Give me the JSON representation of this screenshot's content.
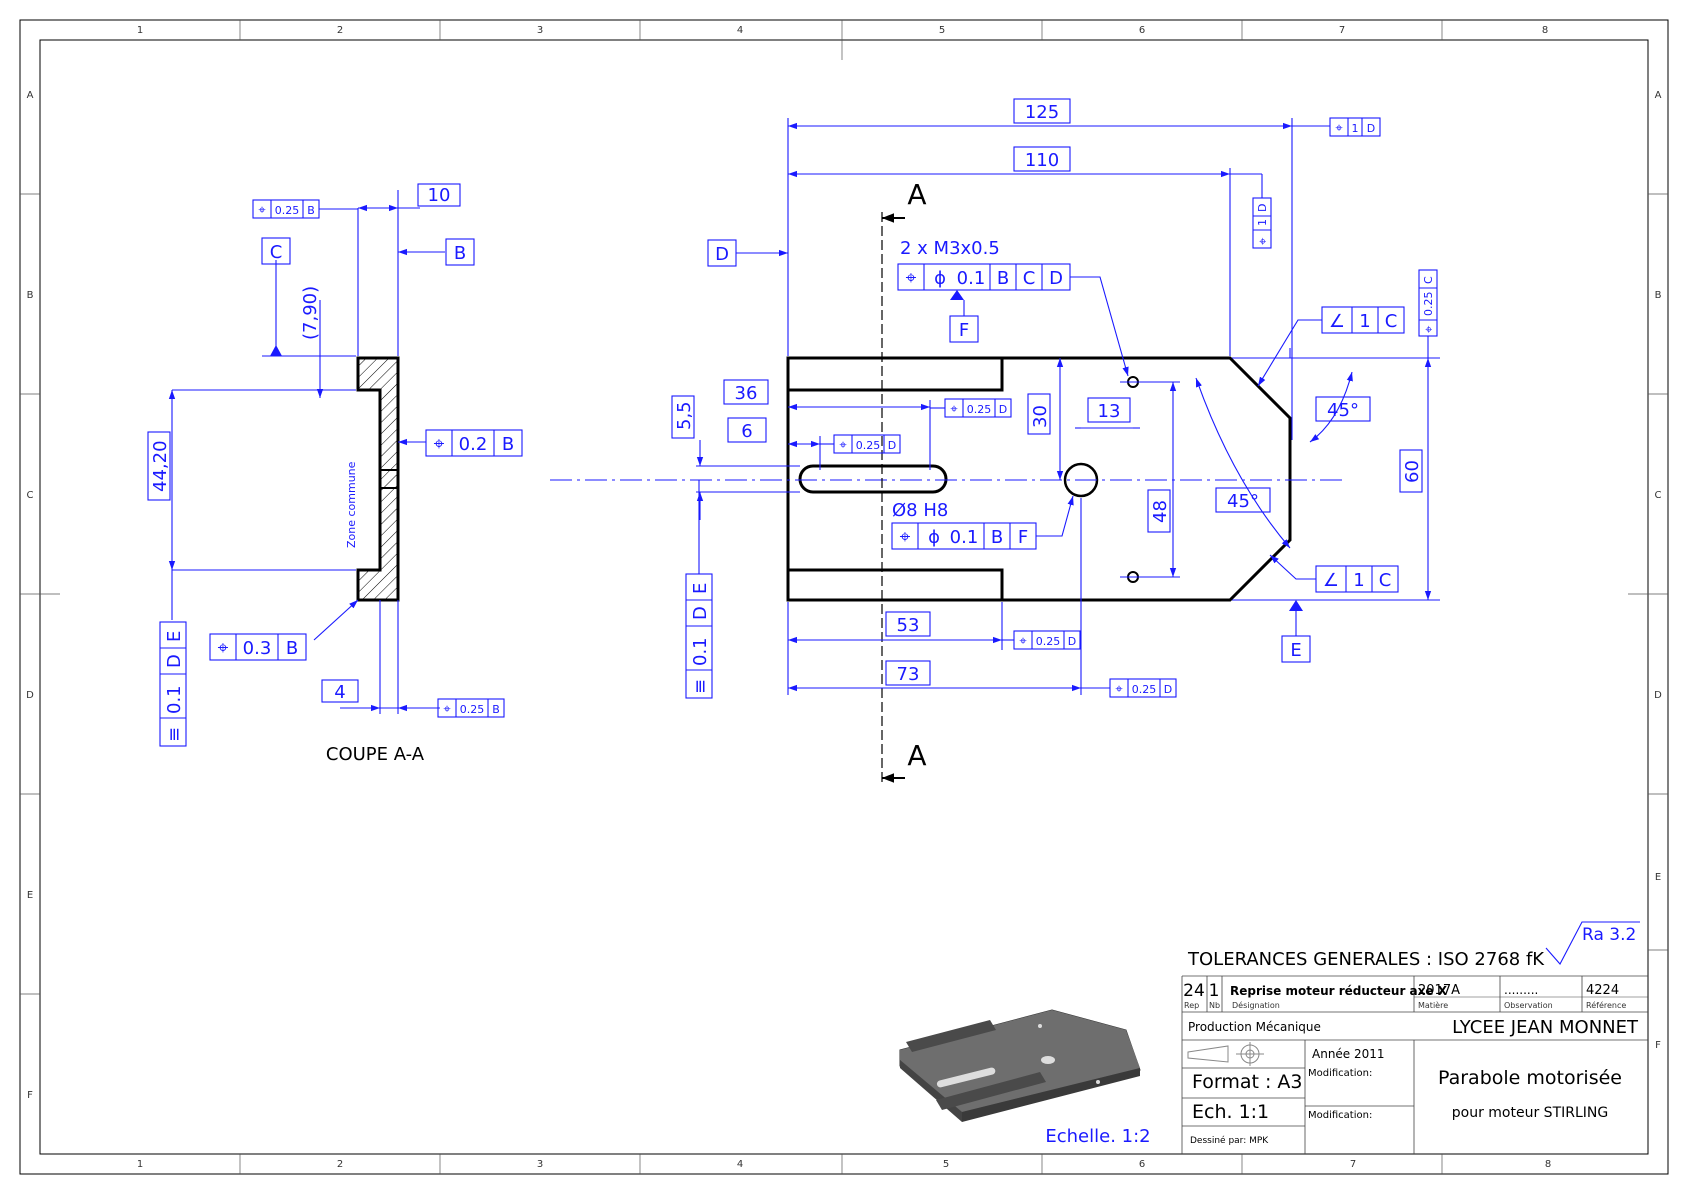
{
  "border": {
    "columns": [
      "1",
      "2",
      "3",
      "4",
      "5",
      "6",
      "7",
      "8"
    ],
    "rows": [
      "A",
      "B",
      "C",
      "D",
      "E",
      "F"
    ]
  },
  "section_view": {
    "title": "COUPE A-A",
    "zone_label": "Zone commune",
    "dims": {
      "d10": "10",
      "d790": "(7,90)",
      "d4420": "44,20",
      "d4": "4"
    },
    "datums": {
      "C": "C",
      "B": "B"
    },
    "fcf_top": {
      "sym": "⌖",
      "tol": "0.25",
      "ref": "B"
    },
    "fcf_mid": {
      "sym": "⌖",
      "tol": "0.2",
      "ref": "B"
    },
    "fcf_bot": {
      "sym": "⌖",
      "tol": "0.3",
      "ref": "B"
    },
    "fcf_small": {
      "sym": "⌖",
      "tol": "0.25",
      "ref": "B"
    },
    "fcf_sym": {
      "sym": "≡",
      "tol": "0.1",
      "ref1": "D",
      "ref2": "E"
    }
  },
  "main_view": {
    "section_mark": "A",
    "dims": {
      "d125": "125",
      "d110": "110",
      "d36": "36",
      "d6": "6",
      "d55": "5,5",
      "d30": "30",
      "d13": "13",
      "d48": "48",
      "d60": "60",
      "d53": "53",
      "d73": "73",
      "a45a": "45°",
      "a45b": "45°"
    },
    "thread_note": "2 x M3x0.5",
    "hole_note": "Ø8 H8",
    "datums": {
      "D": "D",
      "E": "E",
      "F": "F"
    },
    "fcf_thread": {
      "sym": "⌖",
      "dia": "ϕ",
      "tol": "0.1",
      "r1": "B",
      "r2": "C",
      "r3": "D"
    },
    "fcf_hole": {
      "sym": "⌖",
      "dia": "ϕ",
      "tol": "0.1",
      "r1": "B",
      "r2": "F"
    },
    "fcf_36": {
      "sym": "⌖",
      "tol": "0.25",
      "ref": "D"
    },
    "fcf_6": {
      "sym": "⌖",
      "tol": "0.25",
      "ref": "D"
    },
    "fcf_53": {
      "sym": "⌖",
      "tol": "0.25",
      "ref": "D"
    },
    "fcf_73": {
      "sym": "⌖",
      "tol": "0.25",
      "ref": "D"
    },
    "fcf_125": {
      "sym": "⌖",
      "tol": "1",
      "ref": "D"
    },
    "fcf_110": {
      "sym": "⌖",
      "tol": "1",
      "ref": "D"
    },
    "fcf_60": {
      "sym": "⌖",
      "tol": "0.25",
      "ref": "C"
    },
    "fcf_ang1": {
      "sym": "∠",
      "tol": "1",
      "ref": "C"
    },
    "fcf_ang2": {
      "sym": "∠",
      "tol": "1",
      "ref": "C"
    },
    "fcf_sym": {
      "sym": "≡",
      "tol": "0.1",
      "ref1": "D",
      "ref2": "E"
    }
  },
  "iso_view": {
    "scale_label": "Echelle. 1:2"
  },
  "title_block": {
    "tolerances": "TOLERANCES GENERALES : ISO 2768 fK",
    "roughness": "Ra 3.2",
    "rep": "24",
    "nb": "1",
    "designation": "Reprise moteur réducteur axe X",
    "matiere": "2017A",
    "observation": ".........",
    "reference": "4224",
    "lbl_rep": "Rep",
    "lbl_nb": "Nb",
    "lbl_designation": "Désignation",
    "lbl_matiere": "Matière",
    "lbl_observation": "Observation",
    "lbl_reference": "Référence",
    "dept": "Production Mécanique",
    "school": "LYCEE JEAN MONNET",
    "year": "Année 2011",
    "format": "Format : A3",
    "ech": "Ech. 1:1",
    "modification1": "Modification:",
    "modification2": "Modification:",
    "drawn_by": "Dessiné par: MPK",
    "title": "Parabole motorisée",
    "subtitle": "pour moteur STIRLING"
  }
}
